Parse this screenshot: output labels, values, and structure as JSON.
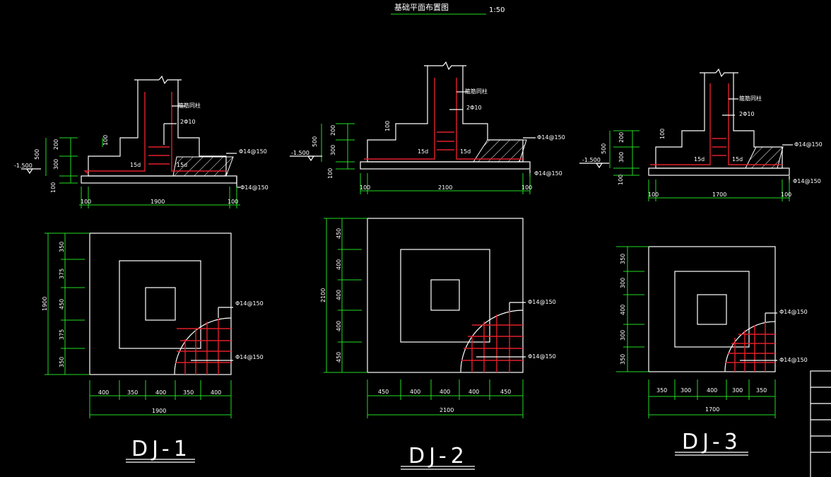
{
  "title": "基础平面布置图",
  "scale": "1:50",
  "colors": {
    "background": "#000000",
    "outline": "#ffffff",
    "dimension": "#22dd22",
    "rebar": "#e0202a"
  },
  "footings": [
    {
      "label": "DJ-1",
      "section": {
        "elevation": "-1.500",
        "dim_500": "500",
        "dim_200": "200",
        "dim_300": "300",
        "dim_100_left": "100",
        "dim_100_step": "100",
        "dim_100_right": "100",
        "width": "1900",
        "anchor": "15d",
        "note_top": "箍筋同柱",
        "note_col": "2Φ10",
        "rebar_a": "Φ14@150",
        "rebar_b": "Φ14@150"
      },
      "plan": {
        "total": "1900",
        "h_dims": [
          "400",
          "350",
          "400",
          "350",
          "400"
        ],
        "v_dims": [
          "350",
          "375",
          "450",
          "375",
          "350"
        ],
        "rebar_a": "Φ14@150",
        "rebar_b": "Φ14@150"
      }
    },
    {
      "label": "DJ-2",
      "section": {
        "elevation": "-1.500",
        "dim_500": "500",
        "dim_200": "200",
        "dim_300": "300",
        "dim_100_left": "100",
        "dim_100_step": "100",
        "dim_100_right": "100",
        "width": "2100",
        "anchor": "15d",
        "note_top": "箍筋同柱",
        "note_col": "2Φ10",
        "rebar_a": "Φ14@150",
        "rebar_b": "Φ14@150"
      },
      "plan": {
        "total": "2100",
        "h_dims": [
          "450",
          "400",
          "400",
          "400",
          "450"
        ],
        "v_dims": [
          "450",
          "400",
          "400",
          "400",
          "450"
        ],
        "rebar_a": "Φ14@150",
        "rebar_b": "Φ14@150"
      }
    },
    {
      "label": "DJ-3",
      "section": {
        "elevation": "-1.500",
        "dim_500": "500",
        "dim_200": "200",
        "dim_300": "300",
        "dim_100_left": "100",
        "dim_100_step": "100",
        "dim_100_right": "100",
        "width": "1700",
        "anchor": "15d",
        "note_top": "箍筋同柱",
        "note_col": "2Φ10",
        "rebar_a": "Φ14@150",
        "rebar_b": "Φ14@150"
      },
      "plan": {
        "total": "1700",
        "h_dims": [
          "350",
          "300",
          "400",
          "300",
          "350"
        ],
        "v_dims": [
          "350",
          "300",
          "400",
          "300",
          "350"
        ],
        "rebar_a": "Φ14@150",
        "rebar_b": "Φ14@150"
      }
    }
  ]
}
